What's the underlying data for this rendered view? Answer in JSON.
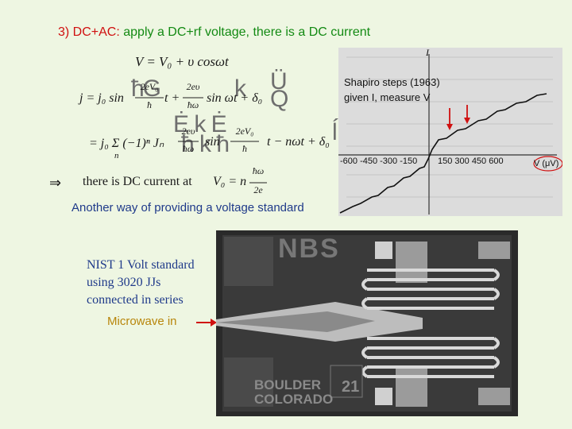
{
  "title": {
    "number": "3) DC+AC:",
    "text": "apply a DC+rf voltage, there is a DC current"
  },
  "equations": {
    "v_eq": "V = V₀ + υ cosωt",
    "j_lhs": "j = j₀ sin",
    "j_frac_top": "2eV₀",
    "j_frac_bot": "ħ",
    "j_mid": "t +",
    "j_frac2_top": "2eυ",
    "j_frac2_bot": "ħω",
    "j_rhs": "sin ωt + δ₀",
    "sum_lhs": "= j₀ Σ (−1)ⁿ Jₙ",
    "sum_top1": "2eυ",
    "sum_bot1": "ħω",
    "sum_sin": "sin",
    "sum_top2": "2eV₀",
    "sum_bot2": "ħ",
    "sum_rhs": "t − nωt + δ₀",
    "sum_n": "n",
    "arrow": "⇒",
    "dc_text": "there is DC current at",
    "dc_v": "V₀ = n",
    "dc_top": "ħω",
    "dc_bot": "2e"
  },
  "graph": {
    "caption_line1": "Shapiro steps (1963)",
    "caption_line2": "given I, measure V",
    "y_axis_label": "I",
    "x_axis_unit": "V (μV)",
    "x_ticks_neg": "-600  -450  -300  -150",
    "x_ticks_pos": "150   300  450  600"
  },
  "notes": {
    "another": "Another way of providing a voltage standard",
    "nist_line1": "NIST 1 Volt standard",
    "nist_line2": "using 3020 JJs",
    "nist_line3": "connected in series",
    "microwave": "Microwave in"
  },
  "chip": {
    "top_label": "NBS",
    "bottom_line1": "BOULDER",
    "bottom_line2": "COLORADO",
    "corner_number": "21"
  },
  "colors": {
    "background": "#eef6e2",
    "title_number": "#d01010",
    "title_text": "#138a13",
    "note_blue": "#1f3a8a",
    "microwave": "#b8860b",
    "arrow_red": "#d01010"
  }
}
